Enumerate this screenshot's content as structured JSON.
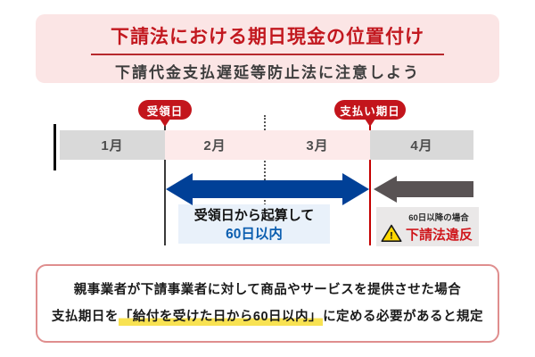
{
  "header": {
    "title": "下請法における期日現金の位置付け",
    "subtitle": "下請代金支払遅延等防止法に注意しよう"
  },
  "timeline": {
    "receipt_badge": "受領日",
    "payment_badge": "支払い期日",
    "months": [
      {
        "label": "1月"
      },
      {
        "label": "2月"
      },
      {
        "label": "3月"
      },
      {
        "label": "4月"
      }
    ],
    "within_note": {
      "line1": "受領日から起算して",
      "line2": "60日以内"
    },
    "violation_note": {
      "case": "60日以降の場合",
      "label": "下請法違反",
      "icon": "warning-triangle"
    }
  },
  "footer": {
    "line1": "親事業者が下請事業者に対して商品やサービスを提供させた場合",
    "line2_prefix": "支払期日を",
    "line2_highlight": "「給付を受けた日から60日以内」",
    "line2_suffix": "に定める必要があると規定"
  },
  "colors": {
    "brand_red": "#c2181f",
    "badge_red": "#c3151c",
    "header_bg": "#fbe5e5",
    "month_gray": "#d9d9d9",
    "month_pink": "#fdeaea",
    "arrow_blue": "#004097",
    "arrow_gray": "#595354",
    "note_bg": "#e9f1fa",
    "note_blue_text": "#0d5fb0",
    "warning_bg": "#eae8e8",
    "warning_yellow": "#ffd800",
    "violation_red": "#cf171c",
    "highlight_yellow": "#f8e252",
    "footer_border": "#df8e8e"
  }
}
